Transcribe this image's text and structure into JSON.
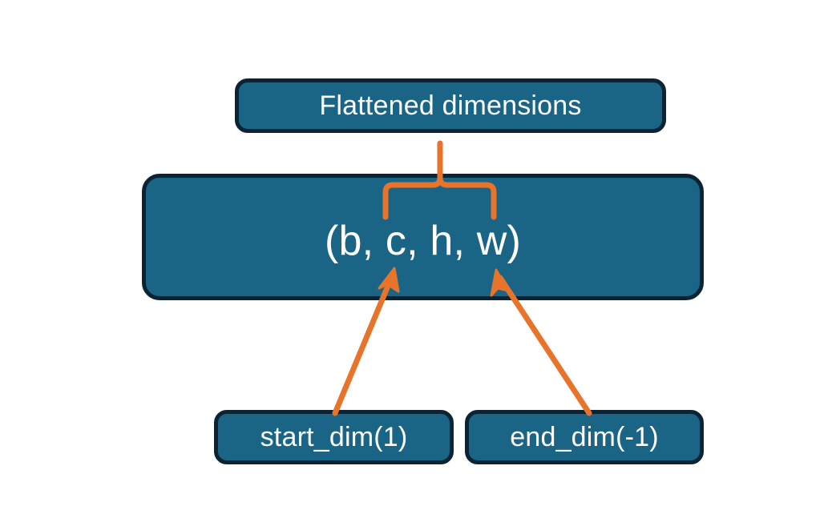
{
  "diagram": {
    "title_node": {
      "label": "Flattened dimensions"
    },
    "shape_node": {
      "label": "(b, c, h, w)"
    },
    "start_node": {
      "label": "start_dim(1)"
    },
    "end_node": {
      "label": "end_dim(-1)"
    },
    "connectors": {
      "brace": "curly-brace-up",
      "start_arrow": "arrow-up-right",
      "end_arrow": "arrow-up-left"
    },
    "colors": {
      "node_fill": "#1a6585",
      "node_border": "#0b2333",
      "node_text": "#ffffff",
      "connector": "#e8742c",
      "background": "#ffffff"
    }
  }
}
